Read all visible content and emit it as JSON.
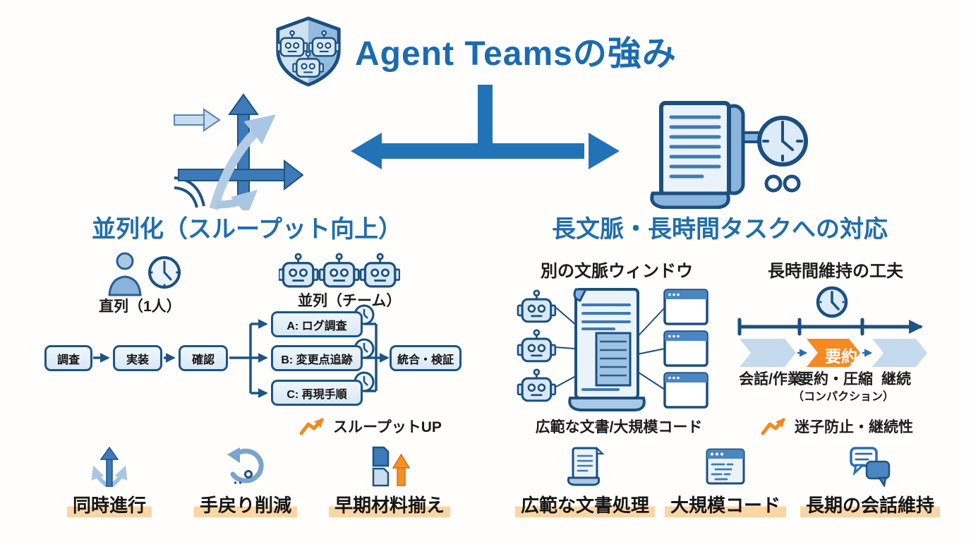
{
  "header": {
    "title": "Agent Teamsの強み",
    "logo_icon": "shield-robots-icon"
  },
  "left": {
    "heading": "並列化（スループット向上）",
    "serial_label": "直列（1人）",
    "parallel_label": "並列（チーム）",
    "flow": {
      "steps": [
        "調査",
        "実装",
        "確認"
      ],
      "branches": [
        "A: ログ調査",
        "B: 変更点追跡",
        "C: 再現手順"
      ],
      "merge": "統合・検証"
    },
    "benefit": "スループットUP"
  },
  "right": {
    "heading": "長文脈・長時間タスクへの対応",
    "context": {
      "heading": "別の文脈ウィンドウ",
      "caption": "広範な文書/大規模コード"
    },
    "duration": {
      "heading": "長時間維持の工夫",
      "chevron_label": "要約",
      "labels": [
        "会話/作業",
        "要約・圧縮",
        "継続"
      ],
      "note": "（コンパクション）",
      "benefit": "迷子防止・継続性"
    }
  },
  "bottom": {
    "items": [
      {
        "label": "同時進行",
        "icon": "branch-arrows-icon"
      },
      {
        "label": "手戻り削減",
        "icon": "undo-arrow-icon"
      },
      {
        "label": "早期材料揃え",
        "icon": "documents-up-icon"
      },
      {
        "label": "広範な文書処理",
        "icon": "scroll-document-icon"
      },
      {
        "label": "大規模コード",
        "icon": "code-window-icon"
      },
      {
        "label": "長期の会話維持",
        "icon": "chat-bubbles-icon"
      }
    ]
  },
  "colors": {
    "primary_blue": "#2272b8",
    "title_blue": "#1a6bb3",
    "outline_navy": "#1b4f80",
    "light_blue_fill": "#d7e8f6",
    "pale_blue": "#eaf2fa",
    "orange": "#f6891f",
    "peach_highlight": "#fbd5a4",
    "text_dark": "#1b1b1b"
  }
}
